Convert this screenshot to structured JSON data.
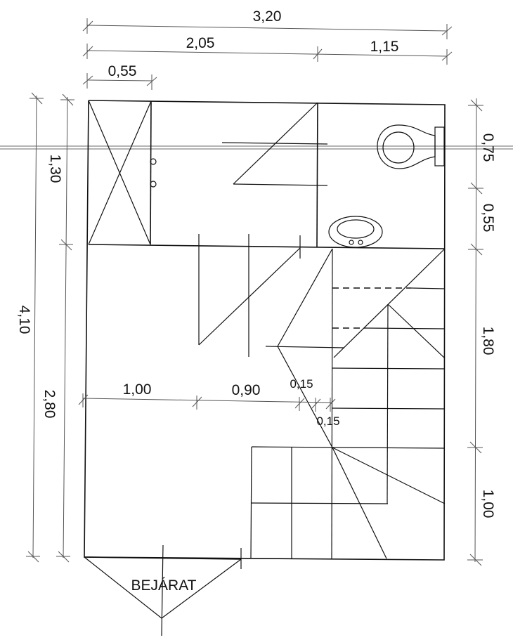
{
  "plan": {
    "entrance_label": "BEJÁRAT",
    "top_dimensions": {
      "total": "3,20",
      "left": "2,05",
      "right": "1,15",
      "closet": "0,55"
    },
    "left_dimensions": {
      "total": "4,10",
      "upper": "1,30",
      "lower": "2,80"
    },
    "right_dimensions": {
      "toilet": "0,75",
      "sink": "0,55",
      "stair_upper": "1,80",
      "stair_lower": "1,00"
    },
    "inner_dimensions": {
      "a": "1,00",
      "b": "0,90",
      "c": "0,15",
      "d": "0,15"
    },
    "colors": {
      "line": "#111111",
      "dimension": "#555555"
    }
  }
}
